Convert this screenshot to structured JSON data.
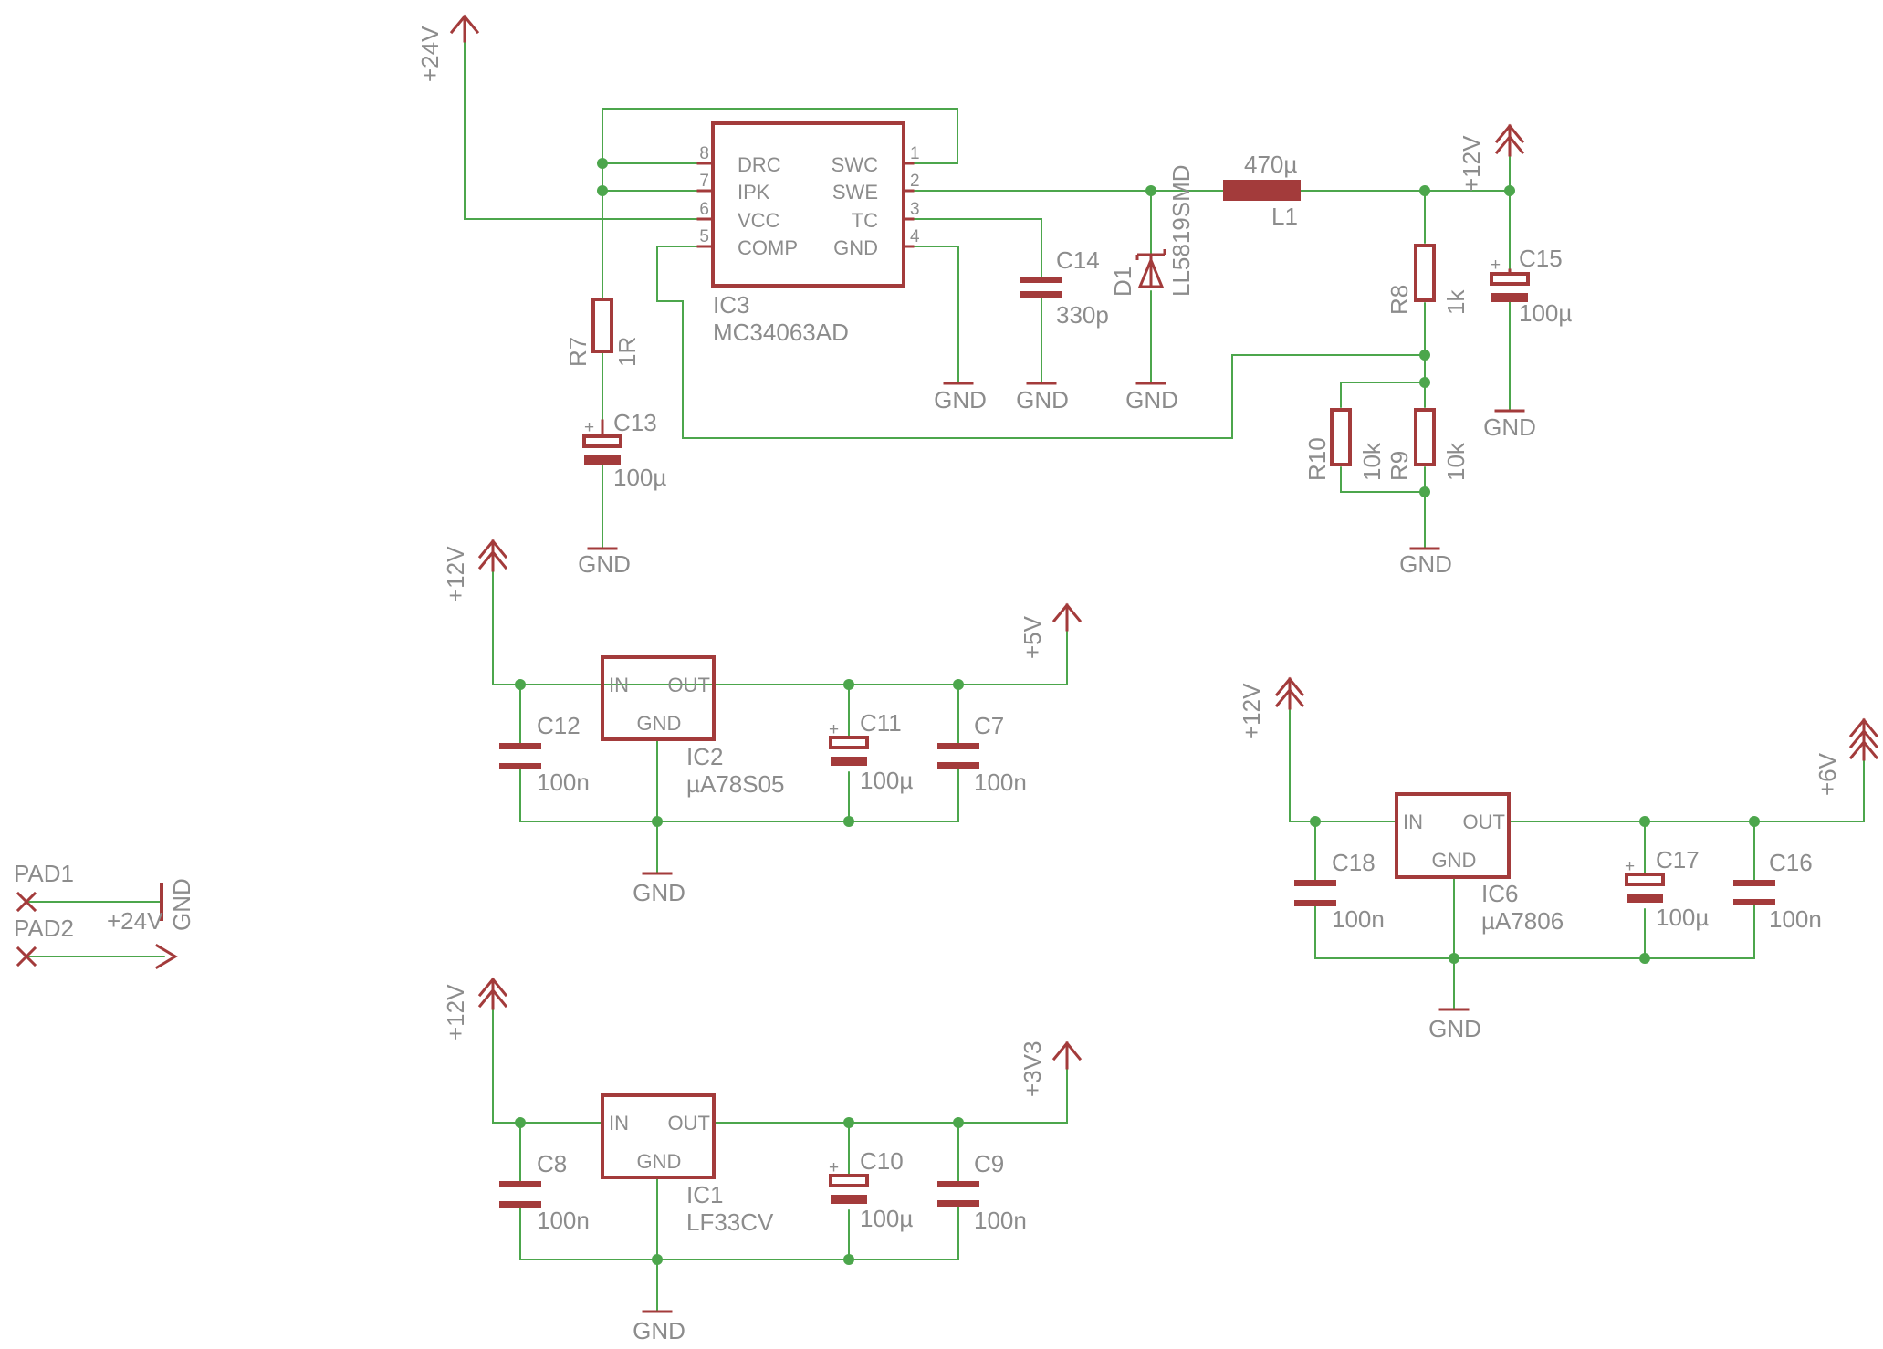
{
  "schematic": {
    "ic3": {
      "name": "IC3",
      "value": "MC34063AD",
      "pins_left": [
        {
          "num": "8",
          "label": "DRC"
        },
        {
          "num": "7",
          "label": "IPK"
        },
        {
          "num": "6",
          "label": "VCC"
        },
        {
          "num": "5",
          "label": "COMP"
        }
      ],
      "pins_right": [
        {
          "num": "1",
          "label": "SWC"
        },
        {
          "num": "2",
          "label": "SWE"
        },
        {
          "num": "3",
          "label": "TC"
        },
        {
          "num": "4",
          "label": "GND"
        }
      ]
    },
    "r7": {
      "name": "R7",
      "value": "1R"
    },
    "c13": {
      "name": "C13",
      "value": "100µ"
    },
    "c14": {
      "name": "C14",
      "value": "330p"
    },
    "d1": {
      "name": "D1",
      "value": "LL5819SMD"
    },
    "l1": {
      "name": "L1",
      "value": "470µ"
    },
    "r8": {
      "name": "R8",
      "value": "1k"
    },
    "r9": {
      "name": "R9",
      "value": "10k"
    },
    "r10": {
      "name": "R10",
      "value": "10k"
    },
    "c15": {
      "name": "C15",
      "value": "100µ"
    },
    "ic2": {
      "name": "IC2",
      "value": "µA78S05"
    },
    "c12": {
      "name": "C12",
      "value": "100n"
    },
    "c11": {
      "name": "C11",
      "value": "100µ"
    },
    "c7": {
      "name": "C7",
      "value": "100n"
    },
    "ic1": {
      "name": "IC1",
      "value": "LF33CV"
    },
    "c8": {
      "name": "C8",
      "value": "100n"
    },
    "c10": {
      "name": "C10",
      "value": "100µ"
    },
    "c9": {
      "name": "C9",
      "value": "100n"
    },
    "ic6": {
      "name": "IC6",
      "value": "µA7806"
    },
    "c18": {
      "name": "C18",
      "value": "100n"
    },
    "c17": {
      "name": "C17",
      "value": "100µ"
    },
    "c16": {
      "name": "C16",
      "value": "100n"
    },
    "regulator_pins": {
      "in": "IN",
      "out": "OUT",
      "gnd": "GND"
    },
    "pads": {
      "pad1": "PAD1",
      "pad2": "PAD2"
    },
    "nets": {
      "v24": "+24V",
      "v12": "+12V",
      "v5": "+5V",
      "v3v3": "+3V3",
      "v6": "+6V",
      "gnd": "GND"
    },
    "polarity_mark": "+"
  },
  "colors": {
    "wire": "#4ca64c",
    "symbol": "#a33b3b",
    "text": "#8c8c8c",
    "background": "#ffffff"
  }
}
